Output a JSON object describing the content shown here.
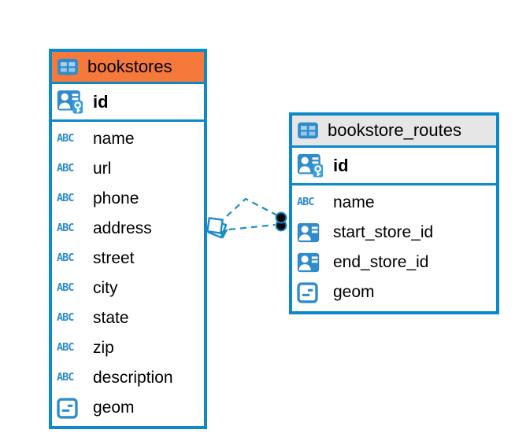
{
  "diagram": {
    "colors": {
      "accent_blue": "#0e88c9",
      "icon_blue": "#2f8ccc",
      "icon_cell_light": "#a9cfee",
      "key_patch_blue": "#3d9ede",
      "bookstores_header": "#f5793b",
      "routes_header": "#e6e6e6",
      "endpoint_dot_fill": "#0a0a0a",
      "text_color": "#000000"
    },
    "icons": {
      "abc_label": "ABC"
    },
    "tables": [
      {
        "title": "bookstores",
        "header_color": "#f5793b",
        "columns": [
          {
            "name": "id",
            "icon": "primary-key-icon",
            "primary": true
          },
          {
            "name": "name",
            "icon": "text-abc-icon"
          },
          {
            "name": "url",
            "icon": "text-abc-icon"
          },
          {
            "name": "phone",
            "icon": "text-abc-icon"
          },
          {
            "name": "address",
            "icon": "text-abc-icon"
          },
          {
            "name": "street",
            "icon": "text-abc-icon"
          },
          {
            "name": "city",
            "icon": "text-abc-icon"
          },
          {
            "name": "state",
            "icon": "text-abc-icon"
          },
          {
            "name": "zip",
            "icon": "text-abc-icon"
          },
          {
            "name": "description",
            "icon": "text-abc-icon"
          },
          {
            "name": "geom",
            "icon": "geometry-icon"
          }
        ]
      },
      {
        "title": "bookstore_routes",
        "header_color": "#e6e6e6",
        "columns": [
          {
            "name": "id",
            "icon": "primary-key-icon",
            "primary": true
          },
          {
            "name": "name",
            "icon": "text-abc-icon"
          },
          {
            "name": "start_store_id",
            "icon": "foreign-key-user-icon"
          },
          {
            "name": "end_store_id",
            "icon": "foreign-key-user-icon"
          },
          {
            "name": "geom",
            "icon": "geometry-icon"
          }
        ]
      }
    ],
    "relationships": [
      {
        "from": "bookstore_routes.start_store_id",
        "to": "bookstores.id",
        "style": "dashed"
      },
      {
        "from": "bookstore_routes.end_store_id",
        "to": "bookstores.id",
        "style": "dashed"
      }
    ]
  }
}
